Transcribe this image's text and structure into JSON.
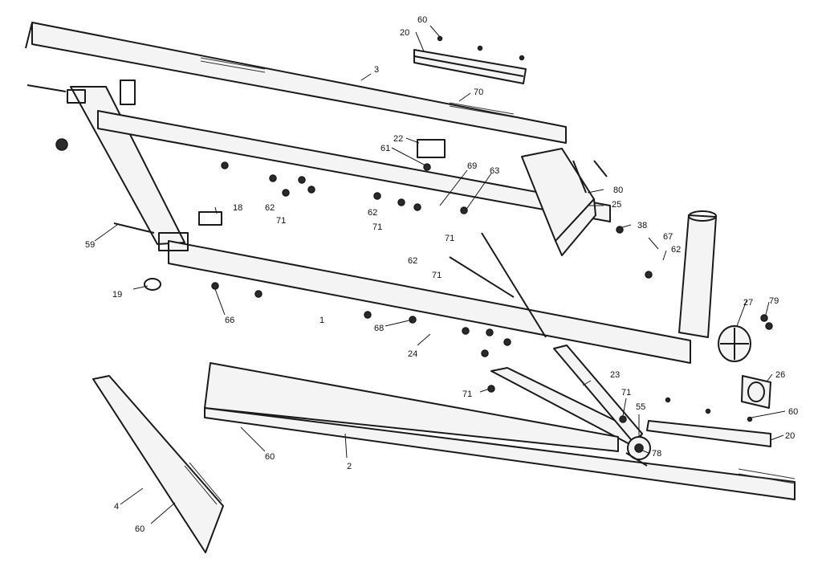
{
  "callouts": [
    {
      "id": "c-60-top",
      "text": "60"
    },
    {
      "id": "c-20-top",
      "text": "20"
    },
    {
      "id": "c-3",
      "text": "3"
    },
    {
      "id": "c-70",
      "text": "70"
    },
    {
      "id": "c-22",
      "text": "22"
    },
    {
      "id": "c-61",
      "text": "61"
    },
    {
      "id": "c-69",
      "text": "69"
    },
    {
      "id": "c-63",
      "text": "63"
    },
    {
      "id": "c-80",
      "text": "80"
    },
    {
      "id": "c-25",
      "text": "25"
    },
    {
      "id": "c-38",
      "text": "38"
    },
    {
      "id": "c-62-a",
      "text": "62"
    },
    {
      "id": "c-71-a",
      "text": "71"
    },
    {
      "id": "c-62-b",
      "text": "62"
    },
    {
      "id": "c-71-b",
      "text": "71"
    },
    {
      "id": "c-18",
      "text": "18"
    },
    {
      "id": "c-59",
      "text": "59"
    },
    {
      "id": "c-71-c",
      "text": "71"
    },
    {
      "id": "c-62-c",
      "text": "62"
    },
    {
      "id": "c-71-d",
      "text": "71"
    },
    {
      "id": "c-67",
      "text": "67"
    },
    {
      "id": "c-62-d",
      "text": "62"
    },
    {
      "id": "c-19",
      "text": "19"
    },
    {
      "id": "c-66",
      "text": "66"
    },
    {
      "id": "c-1",
      "text": "1"
    },
    {
      "id": "c-68",
      "text": "68"
    },
    {
      "id": "c-24",
      "text": "24"
    },
    {
      "id": "c-27",
      "text": "27"
    },
    {
      "id": "c-79",
      "text": "79"
    },
    {
      "id": "c-26",
      "text": "26"
    },
    {
      "id": "c-23",
      "text": "23"
    },
    {
      "id": "c-71-e",
      "text": "71"
    },
    {
      "id": "c-71-f",
      "text": "71"
    },
    {
      "id": "c-55",
      "text": "55"
    },
    {
      "id": "c-60-right",
      "text": "60"
    },
    {
      "id": "c-20-right",
      "text": "20"
    },
    {
      "id": "c-78",
      "text": "78"
    },
    {
      "id": "c-60-left",
      "text": "60"
    },
    {
      "id": "c-2",
      "text": "2"
    },
    {
      "id": "c-4",
      "text": "4"
    },
    {
      "id": "c-60-bottom",
      "text": "60"
    }
  ]
}
